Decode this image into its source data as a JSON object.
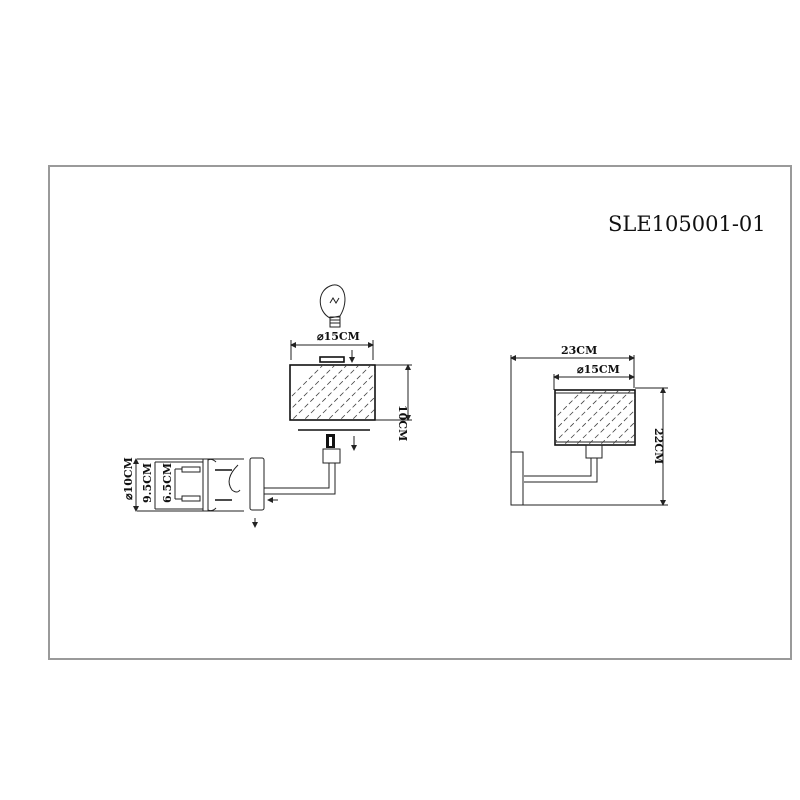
{
  "drawing": {
    "model_code": "SLE105001-01",
    "colors": {
      "line": "#222222",
      "frame": "#9a9a9a",
      "background": "#ffffff"
    }
  },
  "assembly_view": {
    "shade_diameter_label": "⌀15CM",
    "shade_height_label": "10CM",
    "backplate_diameter_label": "⌀10CM",
    "mount_spacing_outer_label": "9.5CM",
    "mount_spacing_inner_label": "6.5CM",
    "icons": [
      "light-bulb-icon",
      "insert-arrow-icon",
      "screw-icon",
      "wall-plug-icon"
    ]
  },
  "dimension_view": {
    "total_depth_label": "23CM",
    "shade_diameter_label": "⌀15CM",
    "total_height_label": "22CM"
  }
}
